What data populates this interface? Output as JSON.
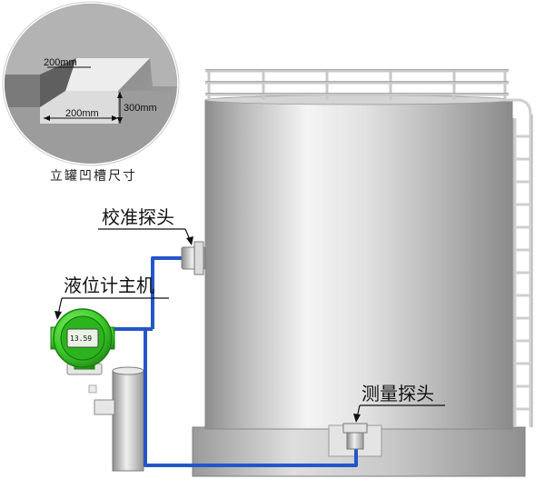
{
  "inset": {
    "caption": "立罐凹槽尺寸",
    "dim_top": "200mm",
    "dim_bottom": "200mm",
    "dim_height": "300mm"
  },
  "labels": {
    "calibration_probe": "校准探头",
    "level_meter_host": "液位计主机",
    "measurement_probe": "测量探头"
  },
  "display": {
    "reading": "13.59"
  },
  "colors": {
    "cable": "#2456c8",
    "transmitter": "#3fcf2a",
    "tank": "#c9c9c9",
    "railing": "#d0d0d0"
  }
}
